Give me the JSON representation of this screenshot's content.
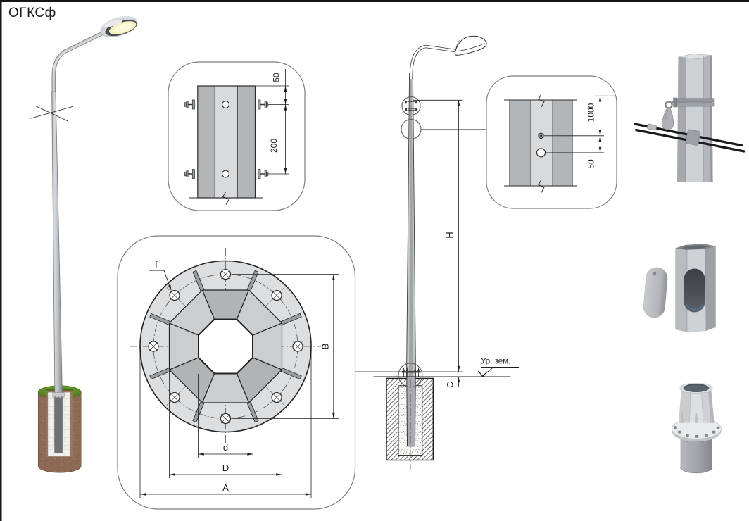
{
  "page": {
    "title": "ОГКСф"
  },
  "detail_top": {
    "offset_50": "50",
    "spacing_200": "200"
  },
  "detail_side": {
    "height_1000": "1000",
    "offset_50": "50"
  },
  "flange_view": {
    "hole_label": "f",
    "bolt_span_label": "B",
    "inner_dia_label": "d",
    "bolt_circle_label": "D",
    "outer_dia_label": "A"
  },
  "elevation": {
    "height_label": "H",
    "embed_label": "C",
    "ground_label": "Ур. зем."
  }
}
